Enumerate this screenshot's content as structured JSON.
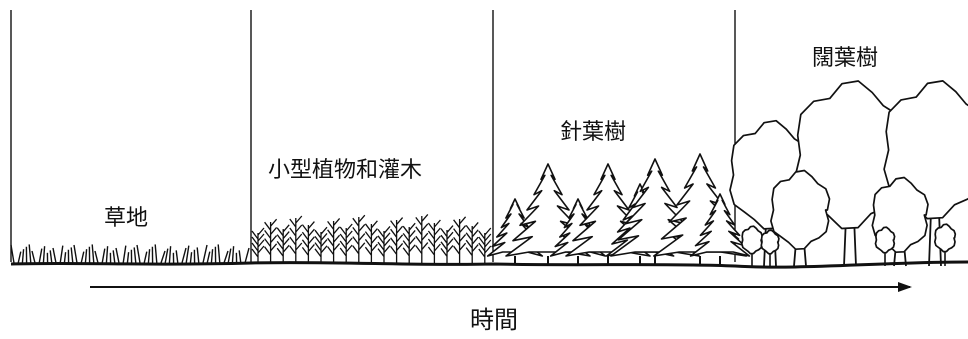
{
  "stages": [
    {
      "label": "草地",
      "vegetation": "grass"
    },
    {
      "label": "小型植物和灌木",
      "vegetation": "shrubs"
    },
    {
      "label": "針葉樹",
      "vegetation": "conifers"
    },
    {
      "label": "闊葉樹",
      "vegetation": "broadleaf-trees"
    }
  ],
  "axis": {
    "label": "時間",
    "direction": "right"
  },
  "colors": {
    "ink": "#111111",
    "background": "#ffffff"
  }
}
